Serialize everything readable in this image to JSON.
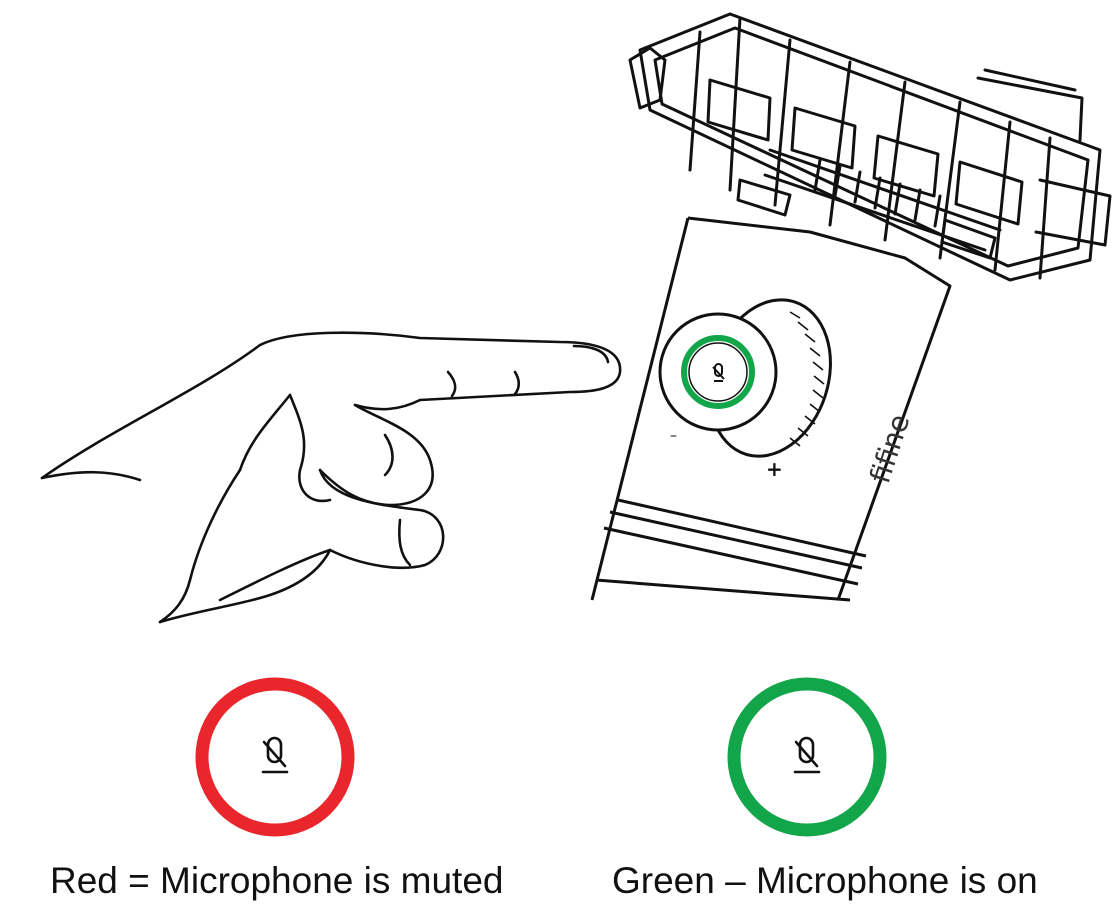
{
  "device": {
    "brand_text": "fifine",
    "knob_plus": "+",
    "knob_minus": "–"
  },
  "indicators": [
    {
      "state": "muted",
      "ring_color": "#e8262c",
      "icon": "mic-mute-icon",
      "caption": "Red = Microphone is muted"
    },
    {
      "state": "on",
      "ring_color": "#13a54a",
      "icon": "mic-mute-icon",
      "caption": "Green – Microphone is on"
    }
  ]
}
